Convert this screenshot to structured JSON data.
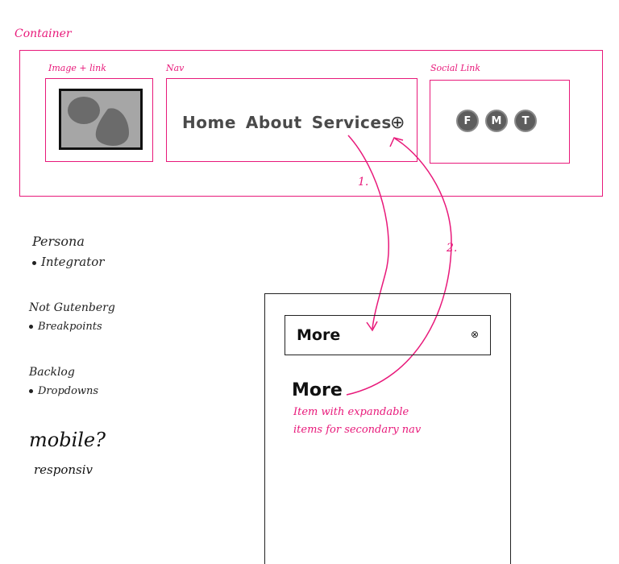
{
  "container": {
    "label": "Container"
  },
  "image_link": {
    "label": "Image + link"
  },
  "nav": {
    "label": "Nav",
    "items": [
      "Home",
      "About",
      "Services"
    ],
    "expand_symbol": "⊕"
  },
  "social": {
    "label": "Social Link",
    "icons": [
      "F",
      "M",
      "T"
    ]
  },
  "arrows": {
    "step1": "1.",
    "step2": "2."
  },
  "notes": {
    "persona_title": "Persona",
    "persona_item": "Integrator",
    "not_gutenberg_title": "Not Gutenberg",
    "not_gutenberg_item": "Breakpoints",
    "backlog_title": "Backlog",
    "backlog_item": "Dropdowns",
    "mobile": "mobile?",
    "responsive": "responsiv"
  },
  "mobile_panel": {
    "more_box_label": "More",
    "more_box_icon": "⊗",
    "more_heading": "More",
    "more_desc_line1": "Item with expandable",
    "more_desc_line2": "items for secondary nav"
  },
  "colors": {
    "accent": "#e8197a",
    "ink": "#222222",
    "gray": "#5d5d5d"
  }
}
